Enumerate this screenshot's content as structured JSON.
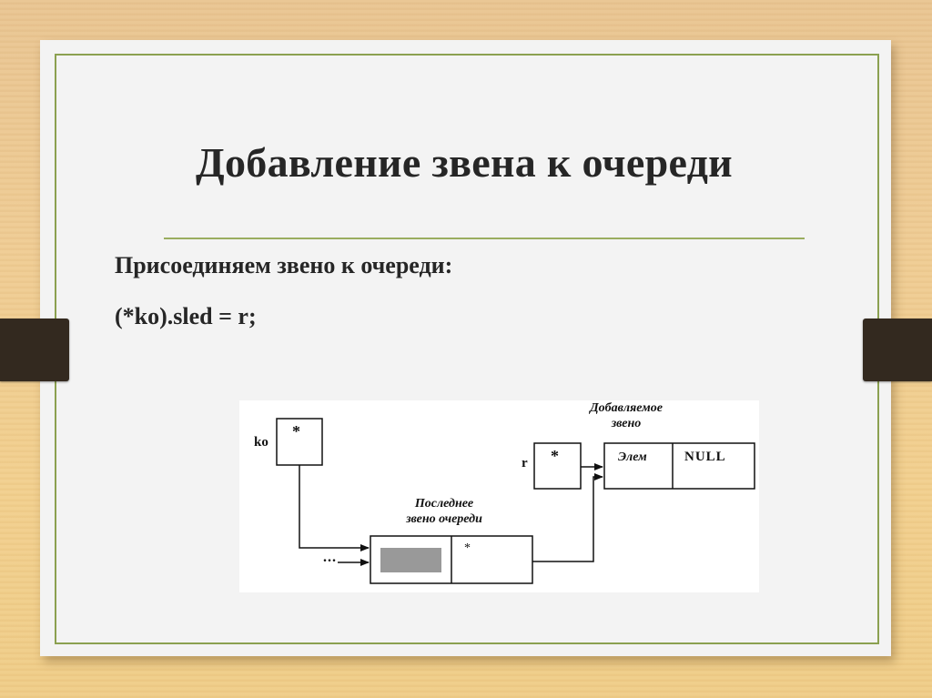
{
  "slide": {
    "title": "Добавление звена к очереди",
    "lines": [
      "Присоединяем звено к очереди:",
      "(*ko).sled = r;"
    ],
    "colors": {
      "frame_green": "#8ba050",
      "divider_green": "#9aad5f",
      "paper": "#f3f3f3",
      "wood": "#efcc94",
      "clip": "#33291f",
      "text": "#262626"
    }
  },
  "diagram": {
    "ko_label": "ko",
    "ko_cell": "*",
    "r_label": "r",
    "r_cell": "*",
    "new_node_caption_1": "Добавляемое",
    "new_node_caption_2": "звено",
    "new_node_field_elem": "Элем",
    "new_node_field_next": "NULL",
    "last_node_caption_1": "Последнее",
    "last_node_caption_2": "звено очереди",
    "last_node_next": "*",
    "ellipsis": "..."
  }
}
